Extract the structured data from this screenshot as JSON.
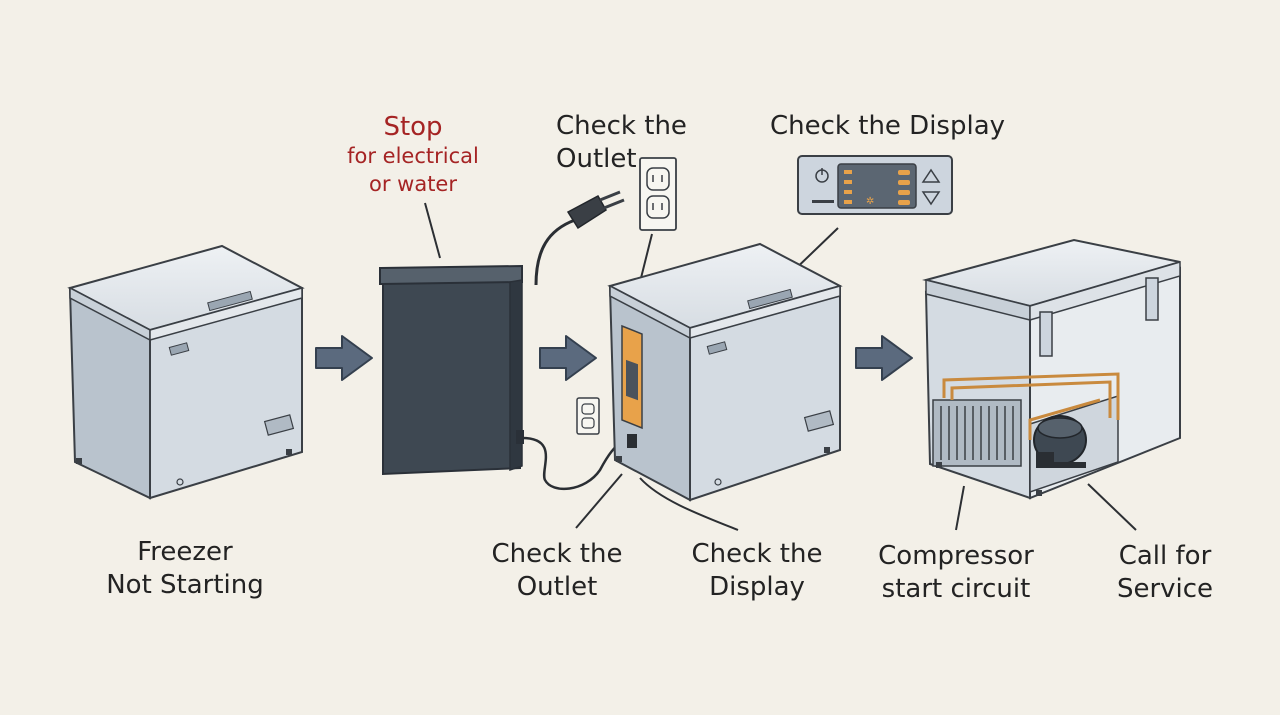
{
  "steps": {
    "start": {
      "line1": "Freezer",
      "line2": "Not Starting"
    },
    "stop": {
      "title": "Stop",
      "line2": "for electrical",
      "line3": "or water"
    },
    "outlet_top": {
      "line1": "Check the",
      "line2": "Outlet"
    },
    "display_top": {
      "line1": "Check the Display"
    },
    "outlet_bottom": {
      "line1": "Check the",
      "line2": "Outlet"
    },
    "display_bottom": {
      "line1": "Check the",
      "line2": "Display"
    },
    "compressor": {
      "line1": "Compressor",
      "line2": "start circuit"
    },
    "service": {
      "line1": "Call for",
      "line2": "Service"
    }
  },
  "colors": {
    "background": "#f3f0e8",
    "freezer_front": "#d4dbe2",
    "freezer_side": "#b9c3cd",
    "outline": "#3a3f45",
    "arrow": "#5b6a7e",
    "warning_text": "#a52424",
    "dark_unit": "#3e4852",
    "control_panel": "#e8a24a",
    "copper_pipe": "#c98a3e"
  },
  "icons": [
    "right-arrow-icon",
    "power-plug-icon",
    "wall-outlet-icon",
    "power-icon",
    "up-arrow-icon",
    "down-arrow-icon",
    "compressor-icon"
  ]
}
